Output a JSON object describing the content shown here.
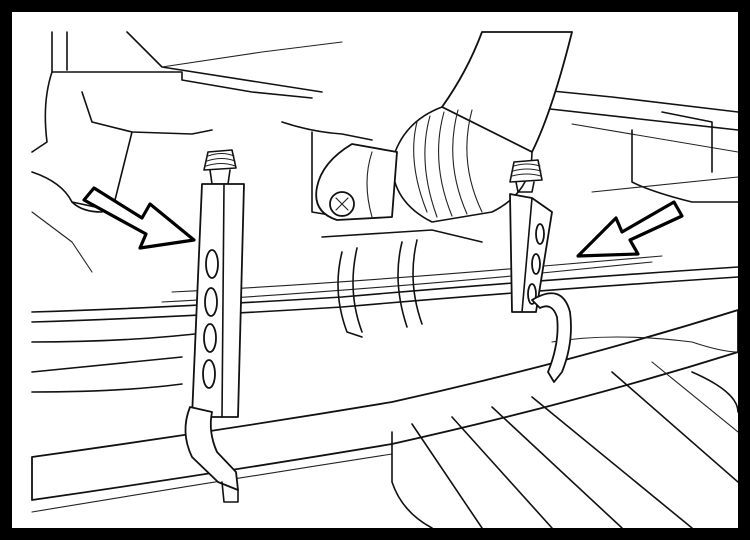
{
  "illustration": {
    "subject": "",
    "callouts": [
      {
        "id": "left-arrow",
        "points_to": "left-hanger-bracket"
      },
      {
        "id": "right-arrow",
        "points_to": "right-hanger-bracket"
      }
    ],
    "colors": {
      "frame": "#000000",
      "background": "#ffffff",
      "line": "#111111"
    }
  }
}
